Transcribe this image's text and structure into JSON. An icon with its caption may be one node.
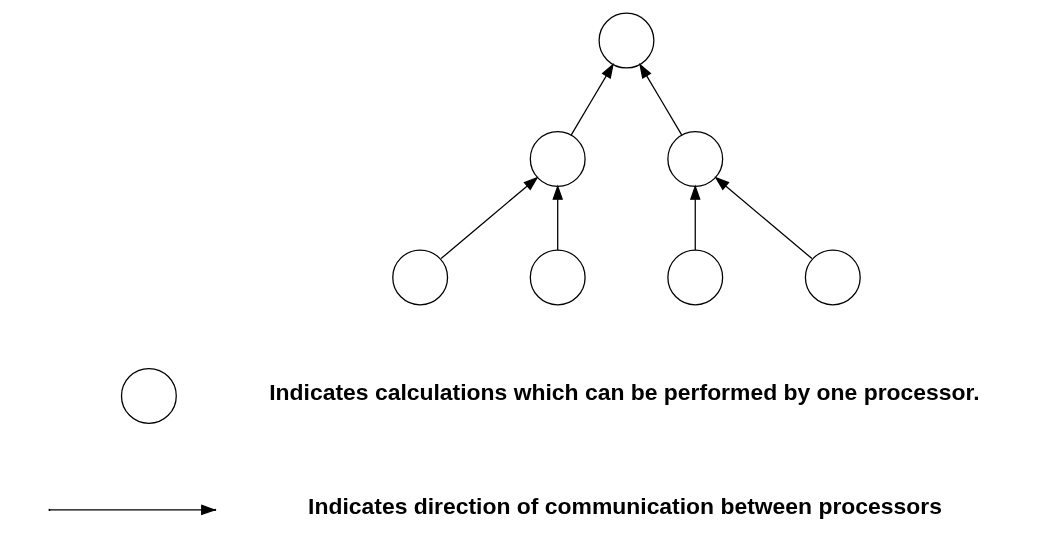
{
  "diagram": {
    "nodes": [
      {
        "text": [],
        "shape": "circle"
      },
      {
        "text": [],
        "shape": "circle"
      },
      {
        "text": [],
        "shape": "circle"
      },
      {
        "text": [],
        "shape": "circle"
      },
      {
        "text": [],
        "shape": "circle"
      },
      {
        "text": [],
        "shape": "circle"
      },
      {
        "text": [],
        "shape": "circle"
      },
      {
        "text": [],
        "shape": "circle"
      }
    ],
    "edges": [
      {
        "from": 1,
        "to": 0,
        "arrow": "to"
      },
      {
        "from": 2,
        "to": 0,
        "arrow": "to"
      },
      {
        "from": 3,
        "to": 1,
        "arrow": "to"
      },
      {
        "from": 4,
        "to": 1,
        "arrow": "to"
      },
      {
        "from": 5,
        "to": 2,
        "arrow": "to"
      },
      {
        "from": 6,
        "to": 2,
        "arrow": "to"
      }
    ],
    "legend": [
      {
        "text": "Indicates calculations which can be performed by one processor."
      },
      {
        "text": "Indicates direction of communication between processors"
      }
    ]
  }
}
